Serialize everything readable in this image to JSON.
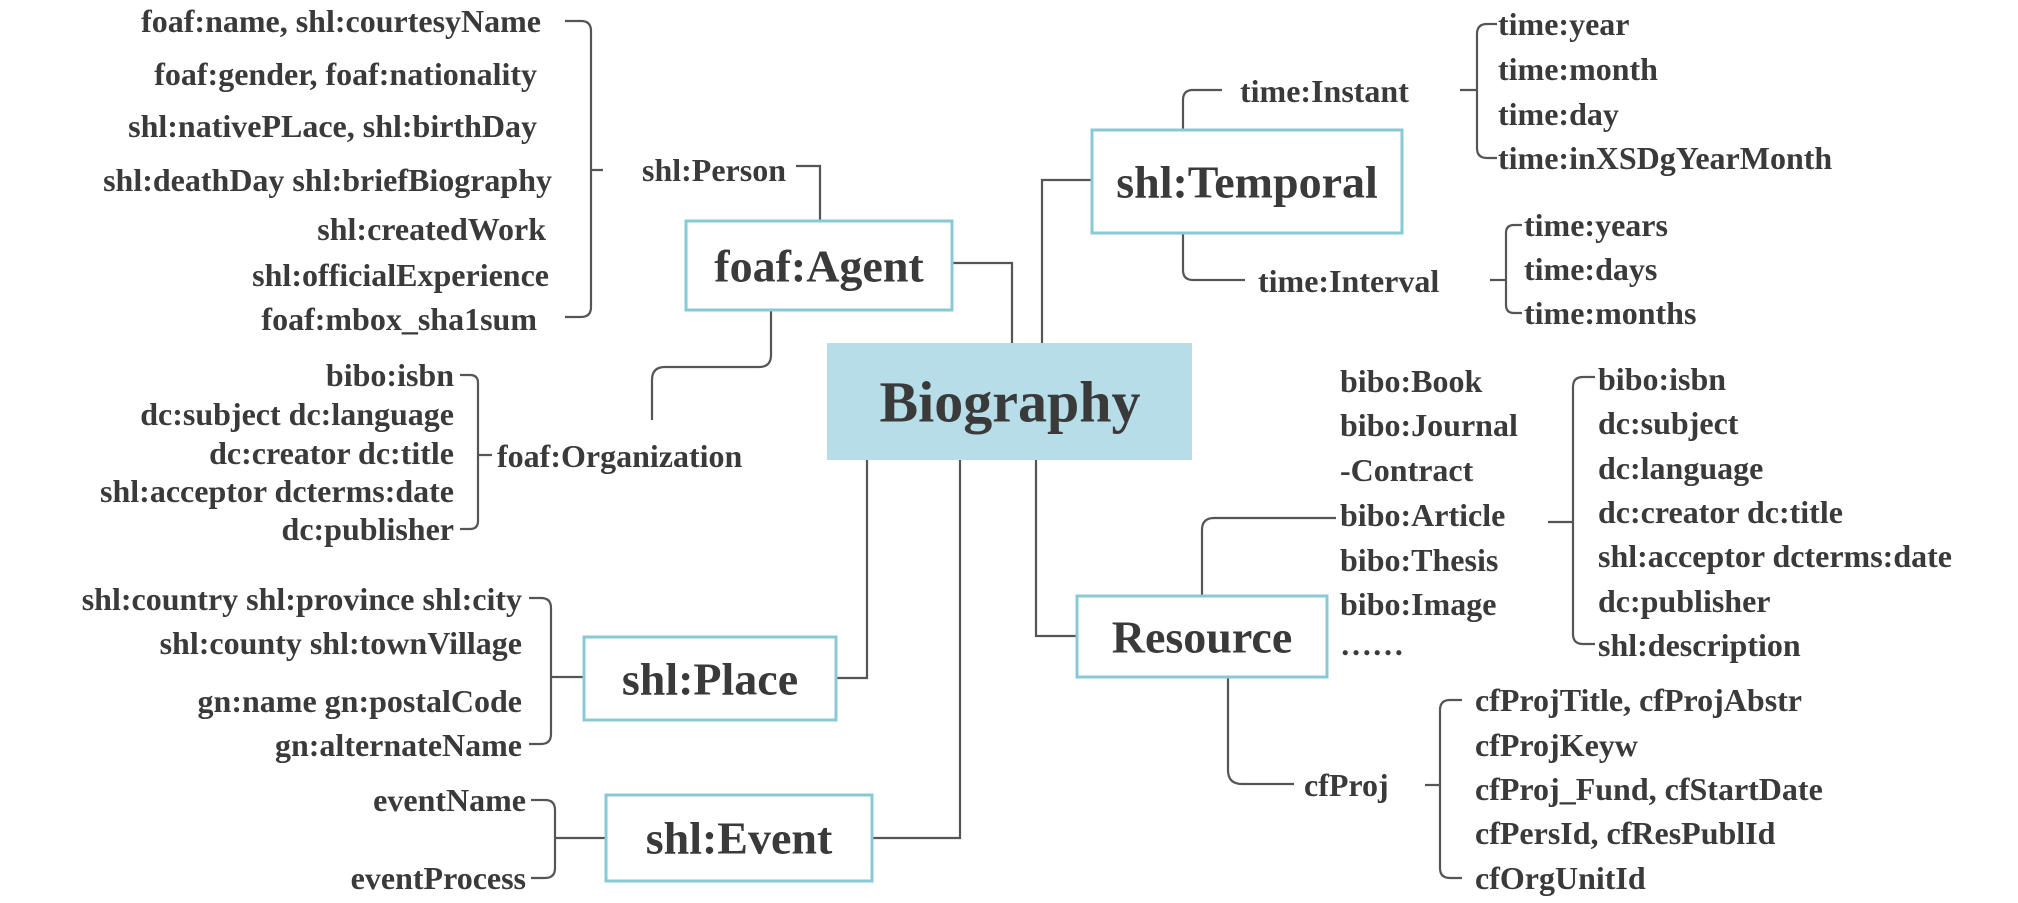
{
  "colors": {
    "box_border": "#88c9d6",
    "root_fill": "#b6dde8",
    "text": "#3a3a3a",
    "line": "#555555"
  },
  "root": {
    "label": "Biography"
  },
  "agent": {
    "label": "foaf:Agent",
    "person": {
      "label": "shl:Person",
      "properties": [
        "foaf:name, shl:courtesyName",
        "foaf:gender, foaf:nationality",
        "shl:nativePLace, shl:birthDay",
        "shl:deathDay shl:briefBiography",
        "shl:createdWork",
        "shl:officialExperience",
        "foaf:mbox_sha1sum"
      ]
    },
    "organization": {
      "label": "foaf:Organization",
      "properties": [
        "bibo:isbn",
        "dc:subject dc:language",
        "dc:creator dc:title",
        "shl:acceptor dcterms:date",
        "dc:publisher"
      ]
    }
  },
  "place": {
    "label": "shl:Place",
    "properties": [
      "shl:country shl:province shl:city",
      "shl:county shl:townVillage",
      "gn:name gn:postalCode",
      "gn:alternateName"
    ]
  },
  "event": {
    "label": "shl:Event",
    "properties": [
      "eventName",
      "eventProcess"
    ]
  },
  "temporal": {
    "label": "shl:Temporal",
    "instant": {
      "label": "time:Instant",
      "properties": [
        "time:year",
        "time:month",
        "time:day",
        "time:inXSDgYearMonth"
      ]
    },
    "interval": {
      "label": "time:Interval",
      "properties": [
        "time:years",
        "time:days",
        "time:months"
      ]
    }
  },
  "resource": {
    "label": "Resource",
    "types": [
      "bibo:Book",
      "bibo:Journal",
      "-Contract",
      "bibo:Article",
      "bibo:Thesis",
      "bibo:Image",
      "……"
    ],
    "properties": [
      "bibo:isbn",
      "dc:subject",
      "dc:language",
      "dc:creator dc:title",
      "shl:acceptor dcterms:date",
      "dc:publisher",
      "shl:description"
    ],
    "proj": {
      "label": "cfProj",
      "properties": [
        "cfProjTitle, cfProjAbstr",
        "cfProjKeyw",
        "cfProj_Fund, cfStartDate",
        "cfPersId, cfResPublId",
        "cfOrgUnitId"
      ]
    }
  }
}
